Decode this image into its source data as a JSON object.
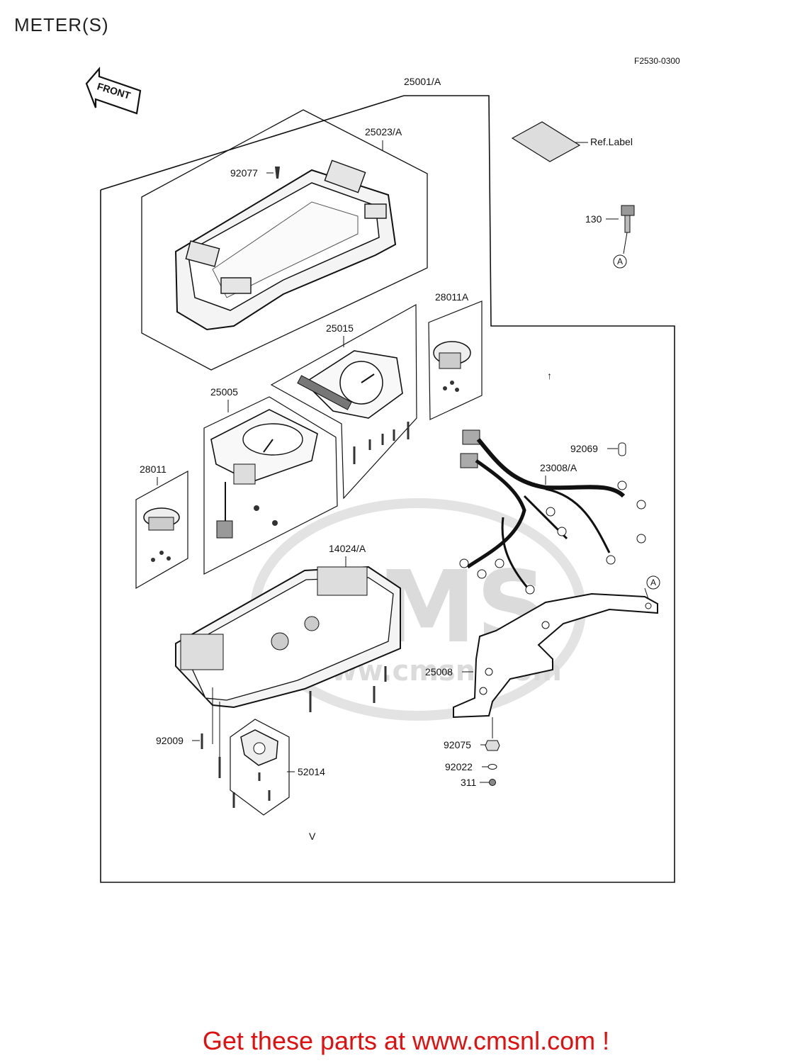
{
  "page": {
    "title": "METER(S)"
  },
  "diagram": {
    "code": "F2530-0300",
    "front_label": "FRONT",
    "watermark": {
      "text": "CMS",
      "url": "www.cmsnl.com"
    },
    "markers": {
      "a_label": "A",
      "arrow_up": "↑",
      "arrow_down": "V"
    },
    "parts": {
      "p25001": "25001/A",
      "p25023": "25023/A",
      "p92077": "92077",
      "ref_label": "Ref.Label",
      "p130": "130",
      "p28011A": "28011A",
      "p25015": "25015",
      "p25005": "25005",
      "p92069": "92069",
      "p23008": "23008/A",
      "p28011": "28011",
      "p14024": "14024/A",
      "p25008": "25008",
      "p92009": "92009",
      "p52014": "52014",
      "p92075": "92075",
      "p92022": "92022",
      "p311": "311"
    }
  },
  "footer": {
    "text": "Get these parts at www.cmsnl.com !"
  }
}
